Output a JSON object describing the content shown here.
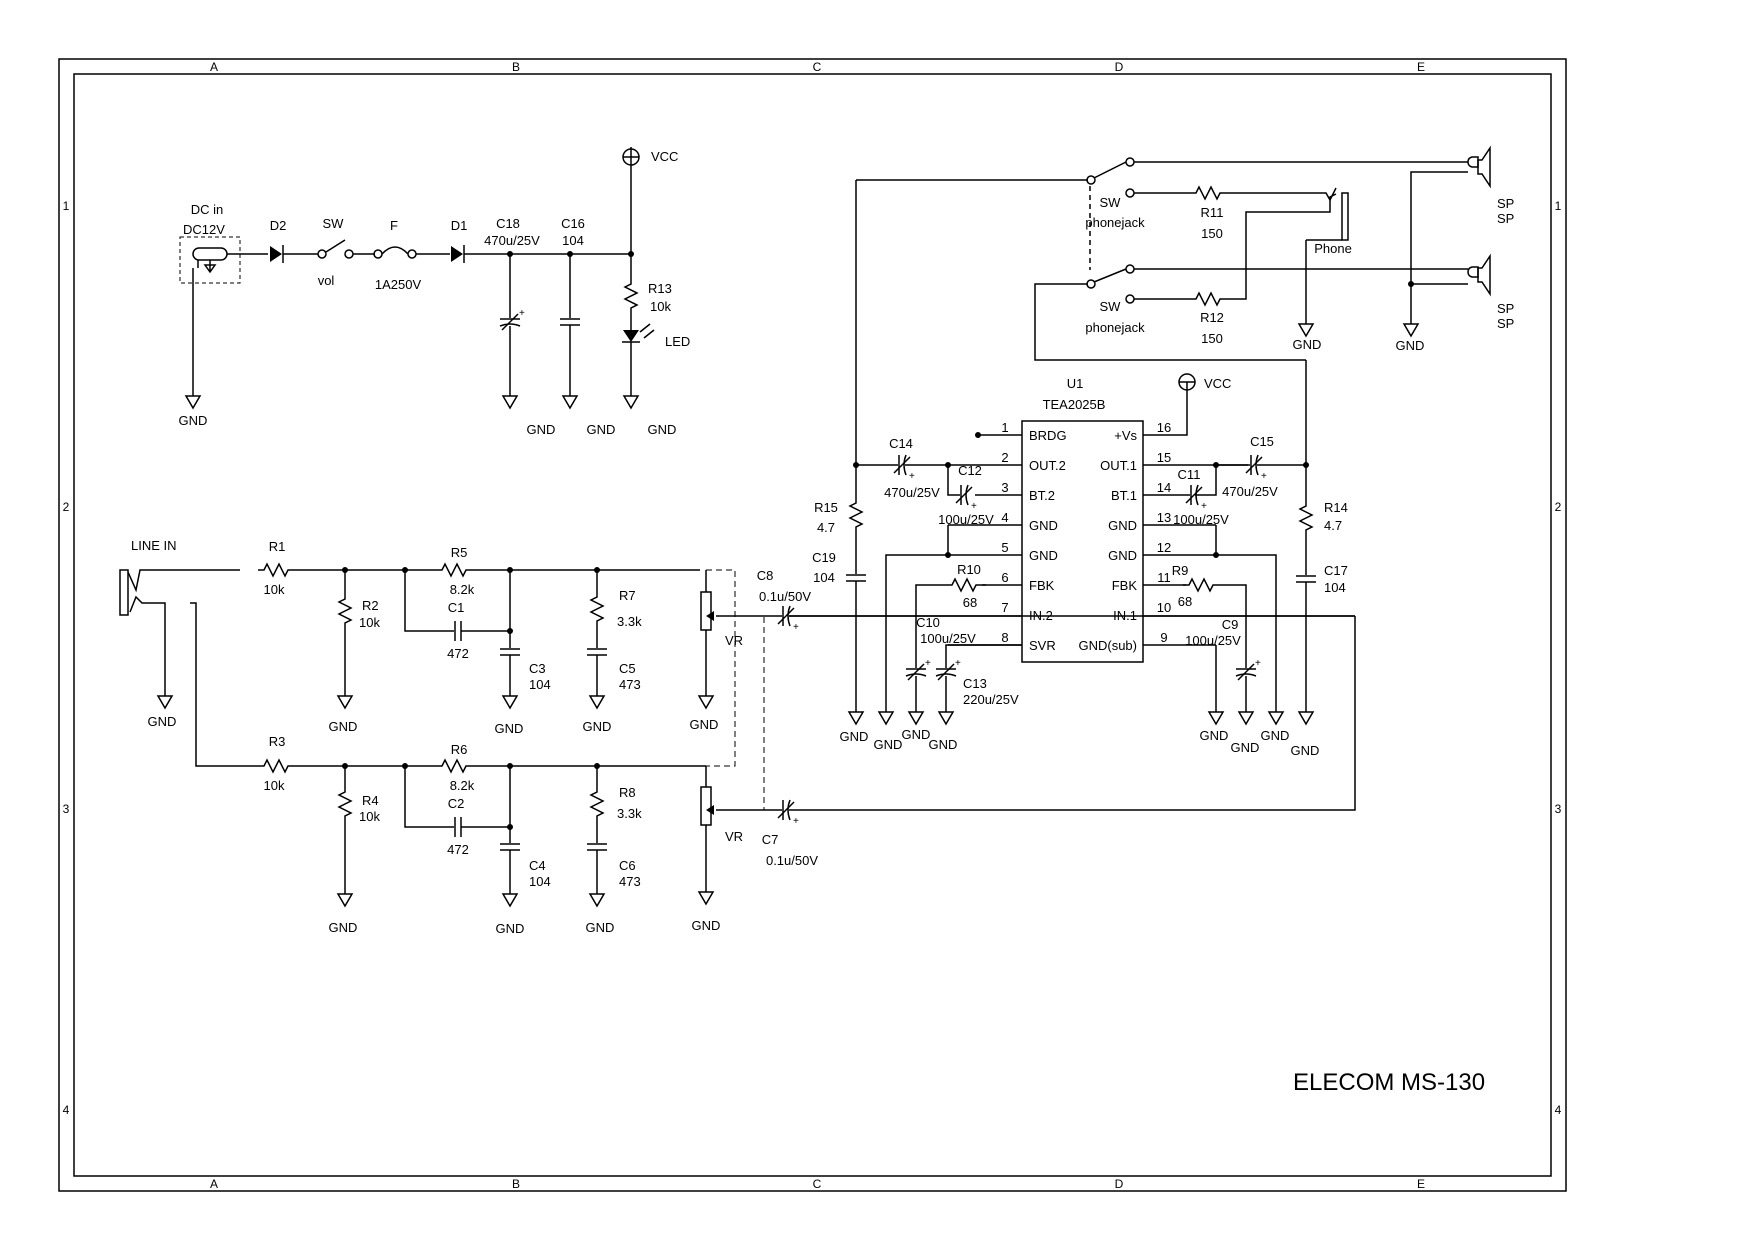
{
  "title_block": {
    "title": "ELECOM MS-130"
  },
  "zones": {
    "columns": [
      "A",
      "B",
      "C",
      "D",
      "E"
    ],
    "rows": [
      "1",
      "2",
      "3",
      "4"
    ]
  },
  "power": {
    "dc_in": "DC in",
    "dc_rating": "DC12V",
    "d2": "D2",
    "sw": "SW",
    "sw_value": "vol",
    "fuse": "F",
    "fuse_value": "1A250V",
    "d1": "D1",
    "c18": "C18",
    "c18_value": "470u/25V",
    "c16": "C16",
    "c16_value": "104",
    "vcc": "VCC",
    "r13": "R13",
    "r13_value": "10k",
    "led": "LED"
  },
  "gnd": "GND",
  "input": {
    "line_in": "LINE IN",
    "r1": "R1",
    "r1_value": "10k",
    "r2": "R2",
    "r2_value": "10k",
    "r3": "R3",
    "r3_value": "10k",
    "r4": "R4",
    "r4_value": "10k",
    "r5": "R5",
    "r5_value": "8.2k",
    "r6": "R6",
    "r6_value": "8.2k",
    "c1": "C1",
    "c1_value": "472",
    "c2": "C2",
    "c2_value": "472",
    "c3": "C3",
    "c3_value": "104",
    "c4": "C4",
    "c4_value": "104",
    "r7": "R7",
    "r7_value": "3.3k",
    "r8": "R8",
    "r8_value": "3.3k",
    "c5": "C5",
    "c5_value": "473",
    "c6": "C6",
    "c6_value": "473",
    "vr": "VR",
    "c8": "C8",
    "c8_value": "0.1u/50V",
    "c7": "C7",
    "c7_value": "0.1u/50V"
  },
  "amp": {
    "u1": "U1",
    "part": "TEA2025B",
    "vcc": "VCC",
    "left_pins": [
      {
        "num": "1",
        "name": "BRDG"
      },
      {
        "num": "2",
        "name": "OUT.2"
      },
      {
        "num": "3",
        "name": "BT.2"
      },
      {
        "num": "4",
        "name": "GND"
      },
      {
        "num": "5",
        "name": "GND"
      },
      {
        "num": "6",
        "name": "FBK"
      },
      {
        "num": "7",
        "name": "IN.2"
      },
      {
        "num": "8",
        "name": "SVR"
      }
    ],
    "right_pins": [
      {
        "num": "16",
        "name": "+Vs"
      },
      {
        "num": "15",
        "name": "OUT.1"
      },
      {
        "num": "14",
        "name": "BT.1"
      },
      {
        "num": "13",
        "name": "GND"
      },
      {
        "num": "12",
        "name": "GND"
      },
      {
        "num": "11",
        "name": "FBK"
      },
      {
        "num": "10",
        "name": "IN.1"
      },
      {
        "num": "9",
        "name": "GND(sub)"
      }
    ],
    "c14": "C14",
    "c14_value": "470u/25V",
    "c12": "C12",
    "c12_value": "100u/25V",
    "r15": "R15",
    "r15_value": "4.7",
    "c19": "C19",
    "c19_value": "104",
    "r10": "R10",
    "r10_value": "68",
    "c10": "C10",
    "c10_value": "100u/25V",
    "c13": "C13",
    "c13_value": "220u/25V",
    "c15": "C15",
    "c15_value": "470u/25V",
    "c11": "C11",
    "c11_value": "100u/25V",
    "r14": "R14",
    "r14_value": "4.7",
    "c17": "C17",
    "c17_value": "104",
    "r9": "R9",
    "r9_value": "68",
    "c9": "C9",
    "c9_value": "100u/25V"
  },
  "output": {
    "sw_top": "SW",
    "sw_top_label": "phonejack",
    "sw_bot": "SW",
    "sw_bot_label": "phonejack",
    "r11": "R11",
    "r11_value": "150",
    "r12": "R12",
    "r12_value": "150",
    "phone": "Phone",
    "sp1": "SP",
    "sp1b": "SP",
    "sp2": "SP",
    "sp2b": "SP"
  }
}
